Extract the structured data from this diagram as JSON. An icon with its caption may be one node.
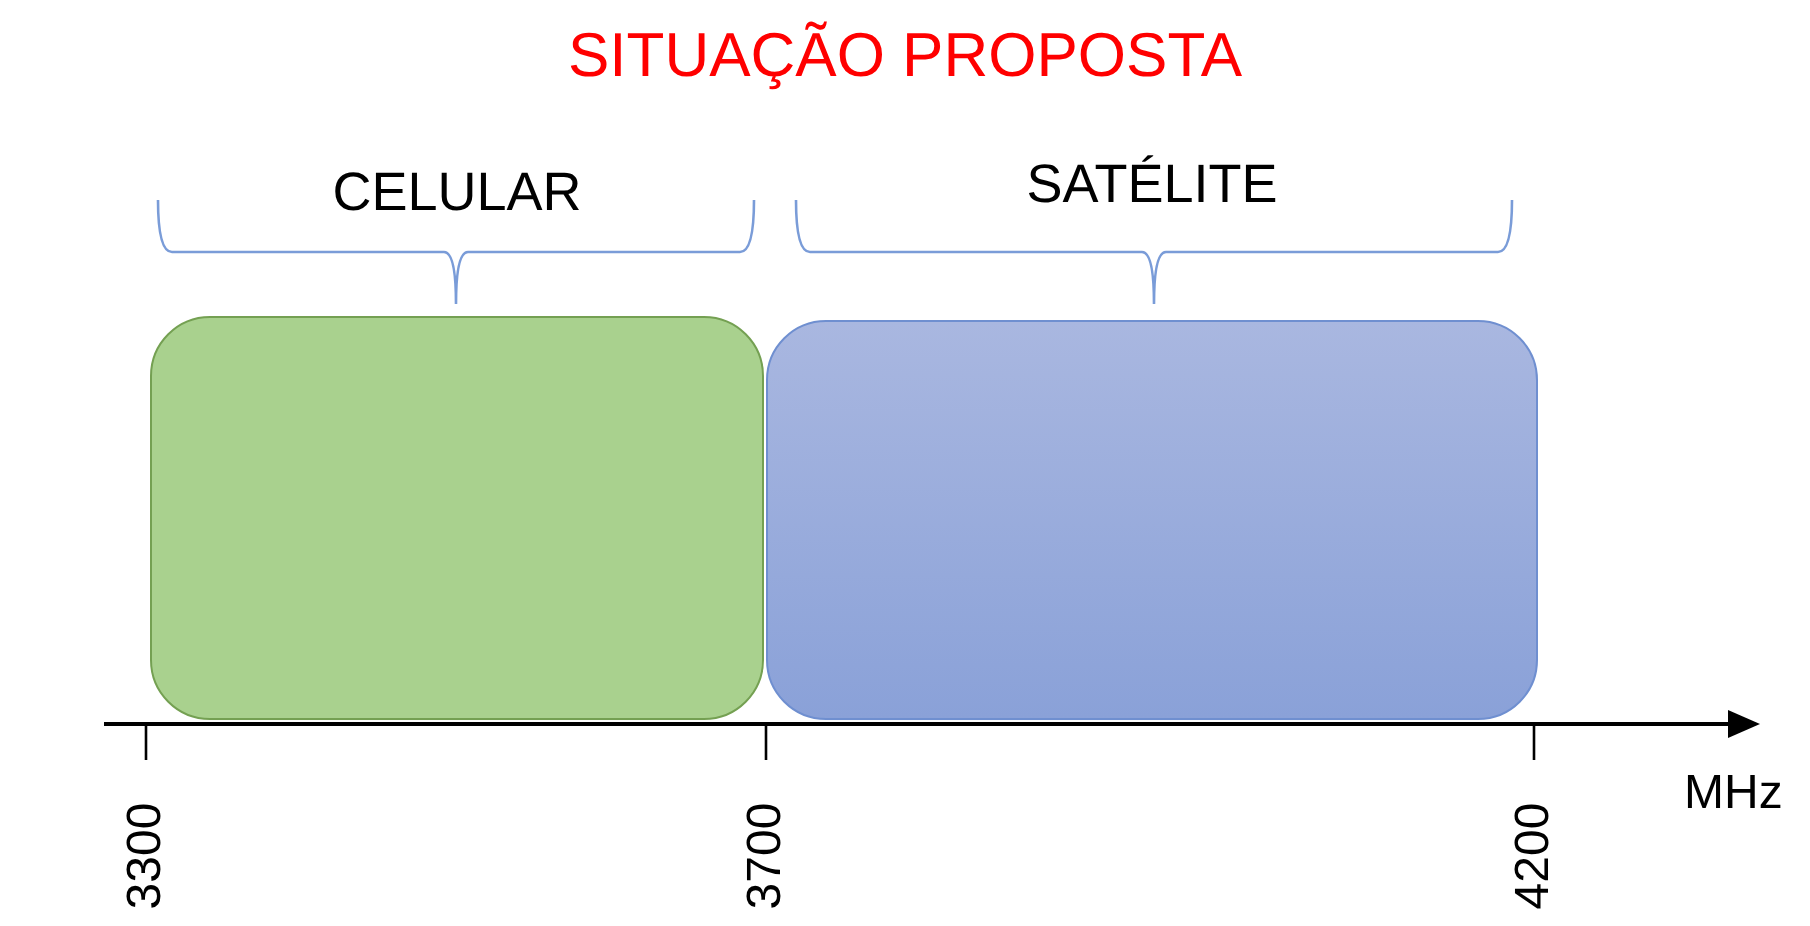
{
  "diagram": {
    "title": "SITUAÇÃO PROPOSTA",
    "nodes": [
      {
        "text": [
          "CELULAR"
        ]
      },
      {
        "text": [
          "SATÉLITE"
        ]
      }
    ],
    "edges": [],
    "labels": [
      "3300",
      "3700",
      "4200",
      "MHz"
    ]
  }
}
